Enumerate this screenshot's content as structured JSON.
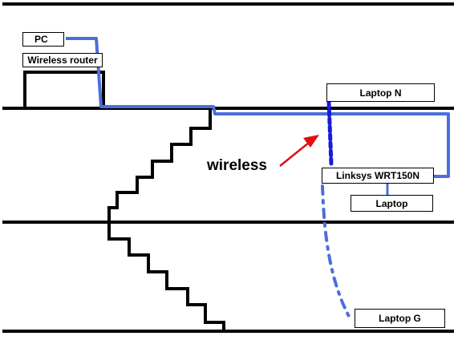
{
  "labels": {
    "pc": "PC",
    "wireless_router": "Wireless router",
    "laptop_n": "Laptop N",
    "linksys": "Linksys WRT150N",
    "laptop": "Laptop",
    "laptop_g": "Laptop G",
    "wireless": "wireless"
  },
  "colors": {
    "floor_lines": "#000000",
    "cable": "#4a6fdc",
    "wireless_link": "#1a1adb",
    "arrow": "#e01010"
  }
}
